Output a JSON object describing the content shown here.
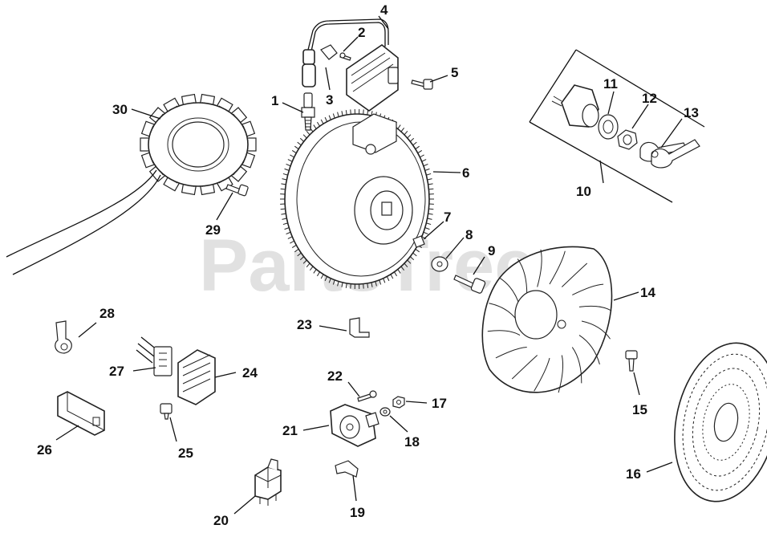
{
  "watermark": "PartsTree",
  "callouts": [
    {
      "id": "1",
      "label": "1"
    },
    {
      "id": "2",
      "label": "2"
    },
    {
      "id": "3",
      "label": "3"
    },
    {
      "id": "4",
      "label": "4"
    },
    {
      "id": "5",
      "label": "5"
    },
    {
      "id": "6",
      "label": "6"
    },
    {
      "id": "7",
      "label": "7"
    },
    {
      "id": "8",
      "label": "8"
    },
    {
      "id": "9",
      "label": "9"
    },
    {
      "id": "10",
      "label": "10"
    },
    {
      "id": "11",
      "label": "11"
    },
    {
      "id": "12",
      "label": "12"
    },
    {
      "id": "13",
      "label": "13"
    },
    {
      "id": "14",
      "label": "14"
    },
    {
      "id": "15",
      "label": "15"
    },
    {
      "id": "16",
      "label": "16"
    },
    {
      "id": "17",
      "label": "17"
    },
    {
      "id": "18",
      "label": "18"
    },
    {
      "id": "19",
      "label": "19"
    },
    {
      "id": "20",
      "label": "20"
    },
    {
      "id": "21",
      "label": "21"
    },
    {
      "id": "22",
      "label": "22"
    },
    {
      "id": "23",
      "label": "23"
    },
    {
      "id": "24",
      "label": "24"
    },
    {
      "id": "25",
      "label": "25"
    },
    {
      "id": "26",
      "label": "26"
    },
    {
      "id": "27",
      "label": "27"
    },
    {
      "id": "28",
      "label": "28"
    },
    {
      "id": "29",
      "label": "29"
    },
    {
      "id": "30",
      "label": "30"
    }
  ]
}
